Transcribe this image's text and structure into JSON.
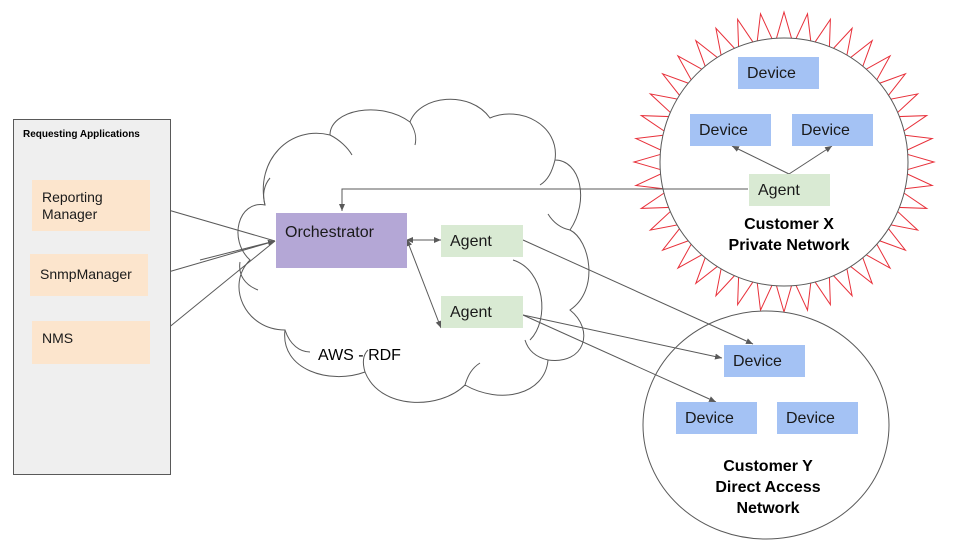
{
  "panel": {
    "title": "Requesting Applications",
    "apps": [
      {
        "label": "Reporting Manager"
      },
      {
        "label": "SnmpManager"
      },
      {
        "label": "NMS"
      }
    ]
  },
  "cloud": {
    "label": "AWS - RDF",
    "orchestrator": "Orchestrator",
    "agents": [
      "Agent",
      "Agent"
    ]
  },
  "customer_x": {
    "title_line1": "Customer X",
    "title_line2": "Private Network",
    "agent": "Agent",
    "devices": [
      "Device",
      "Device",
      "Device"
    ]
  },
  "customer_y": {
    "title_line1": "Customer Y",
    "title_line2": "Direct Access",
    "title_line3": "Network",
    "devices": [
      "Device",
      "Device",
      "Device"
    ]
  },
  "colors": {
    "app_fill": "#fce5cd",
    "orchestrator_fill": "#b4a7d6",
    "agent_fill": "#d9ead3",
    "device_fill": "#a4c2f4",
    "firewall_stroke": "#e8303a",
    "line": "#595959"
  }
}
